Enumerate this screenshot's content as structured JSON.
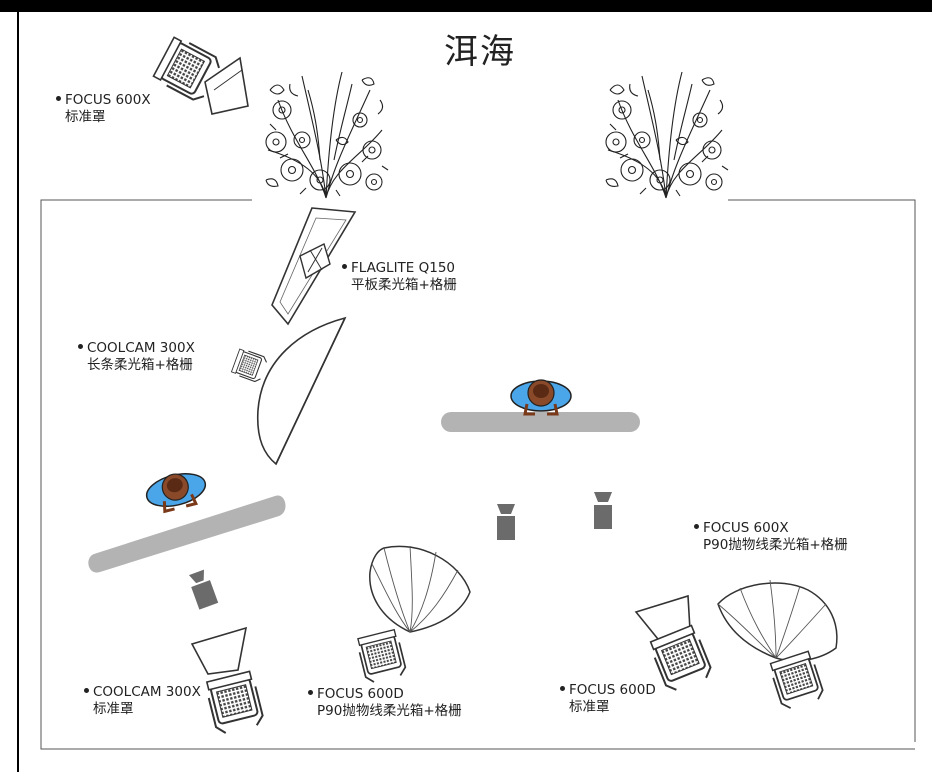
{
  "title": "洱海",
  "lights": [
    {
      "name": "FOCUS 600X",
      "modifier": "标准罩"
    },
    {
      "name": "FLAGLITE Q150",
      "modifier": "平板柔光箱+格栅"
    },
    {
      "name": "COOLCAM 300X",
      "modifier": "长条柔光箱+格栅"
    },
    {
      "name": "FOCUS 600X",
      "modifier": "P90抛物线柔光箱+格栅"
    },
    {
      "name": "COOLCAM 300X",
      "modifier": "标准罩"
    },
    {
      "name": "FOCUS 600D",
      "modifier": "P90抛物线柔光箱+格栅"
    },
    {
      "name": "FOCUS 600D",
      "modifier": "标准罩"
    }
  ]
}
